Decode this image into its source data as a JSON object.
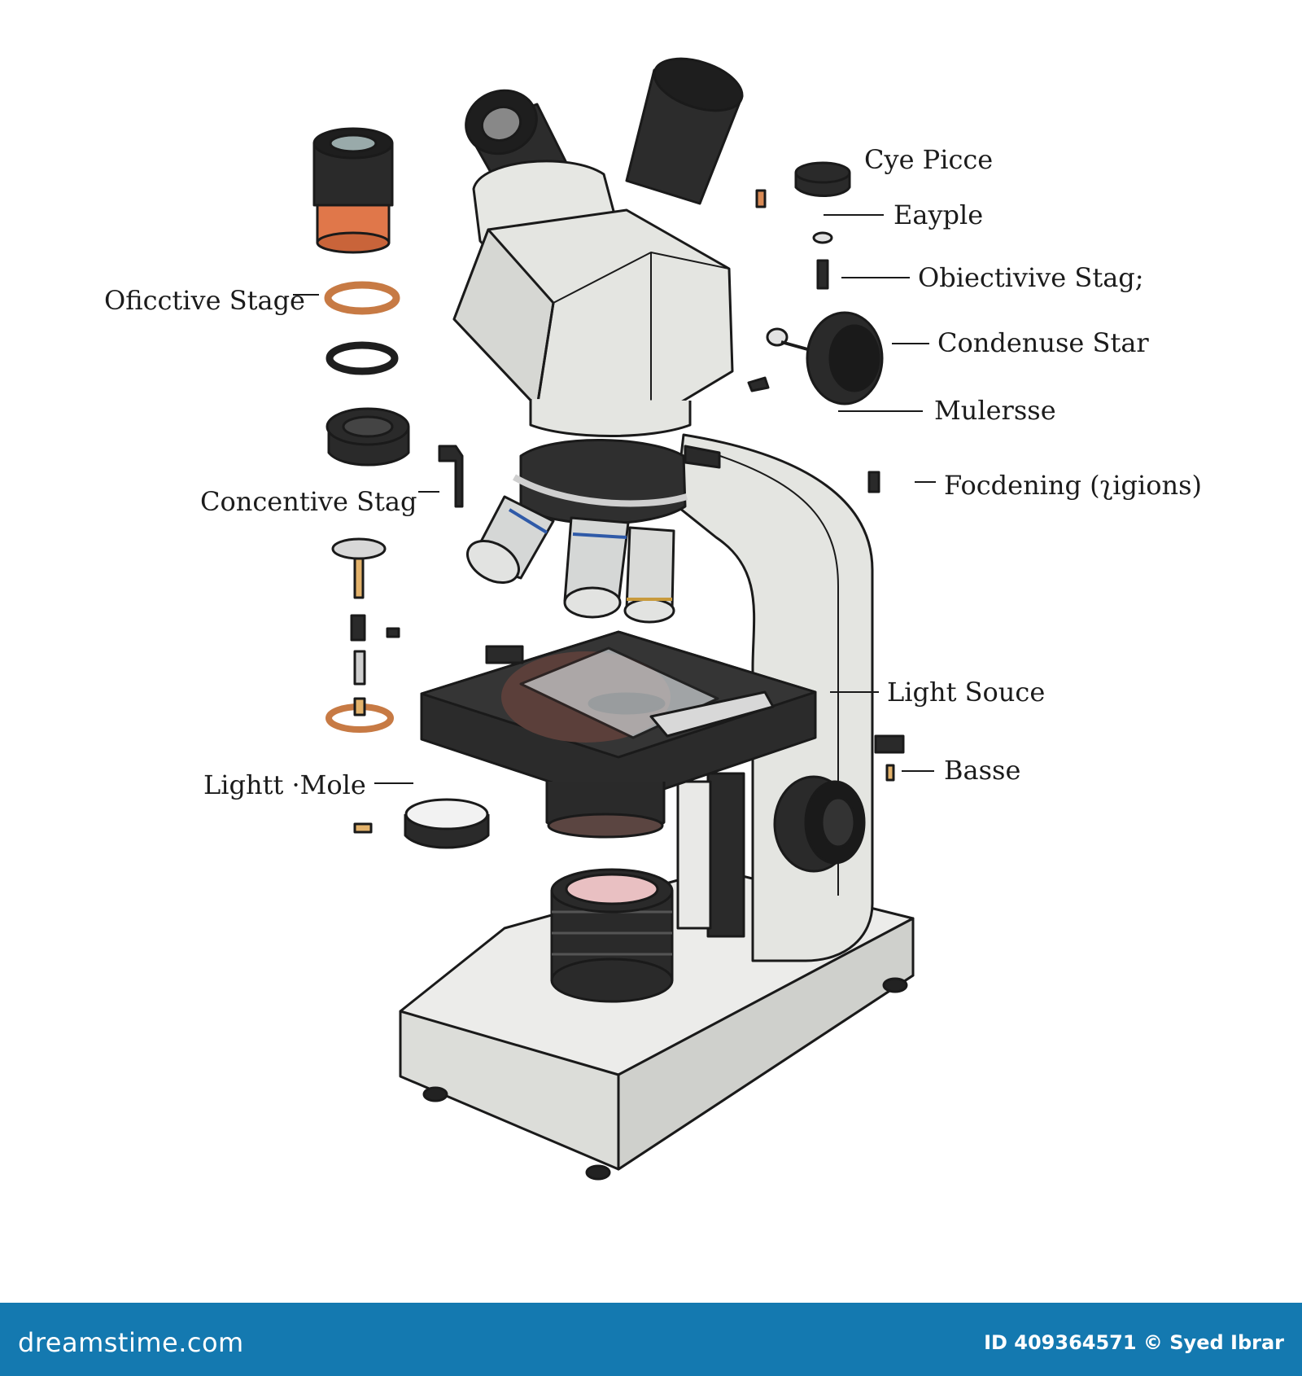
{
  "labels": {
    "eye_piece": "Cye Picce",
    "tayple": "Eayple",
    "objective_stage_right": "Obiectivive Stag;",
    "condenser_star": "Condenuse Star",
    "mulersse": "Mulersse",
    "focusing": "Focdening (ʅigions)",
    "light_source": "Light Souce",
    "base": "Basse",
    "objective_stage_left": "Oficctive Stage",
    "concentive_stage": "Concentive Stag",
    "light_mole": "Lightt ·Mole"
  },
  "footer": {
    "brand": "dreamstime.com",
    "credit": "ID 409364571 © Syed Ibrar"
  },
  "colors": {
    "body_gray": "#e4e5e1",
    "outline": "#1a1a1a",
    "stage_black": "#2a2a2a",
    "accent_copper": "#d98a55",
    "footer_blue": "#1479b0"
  }
}
